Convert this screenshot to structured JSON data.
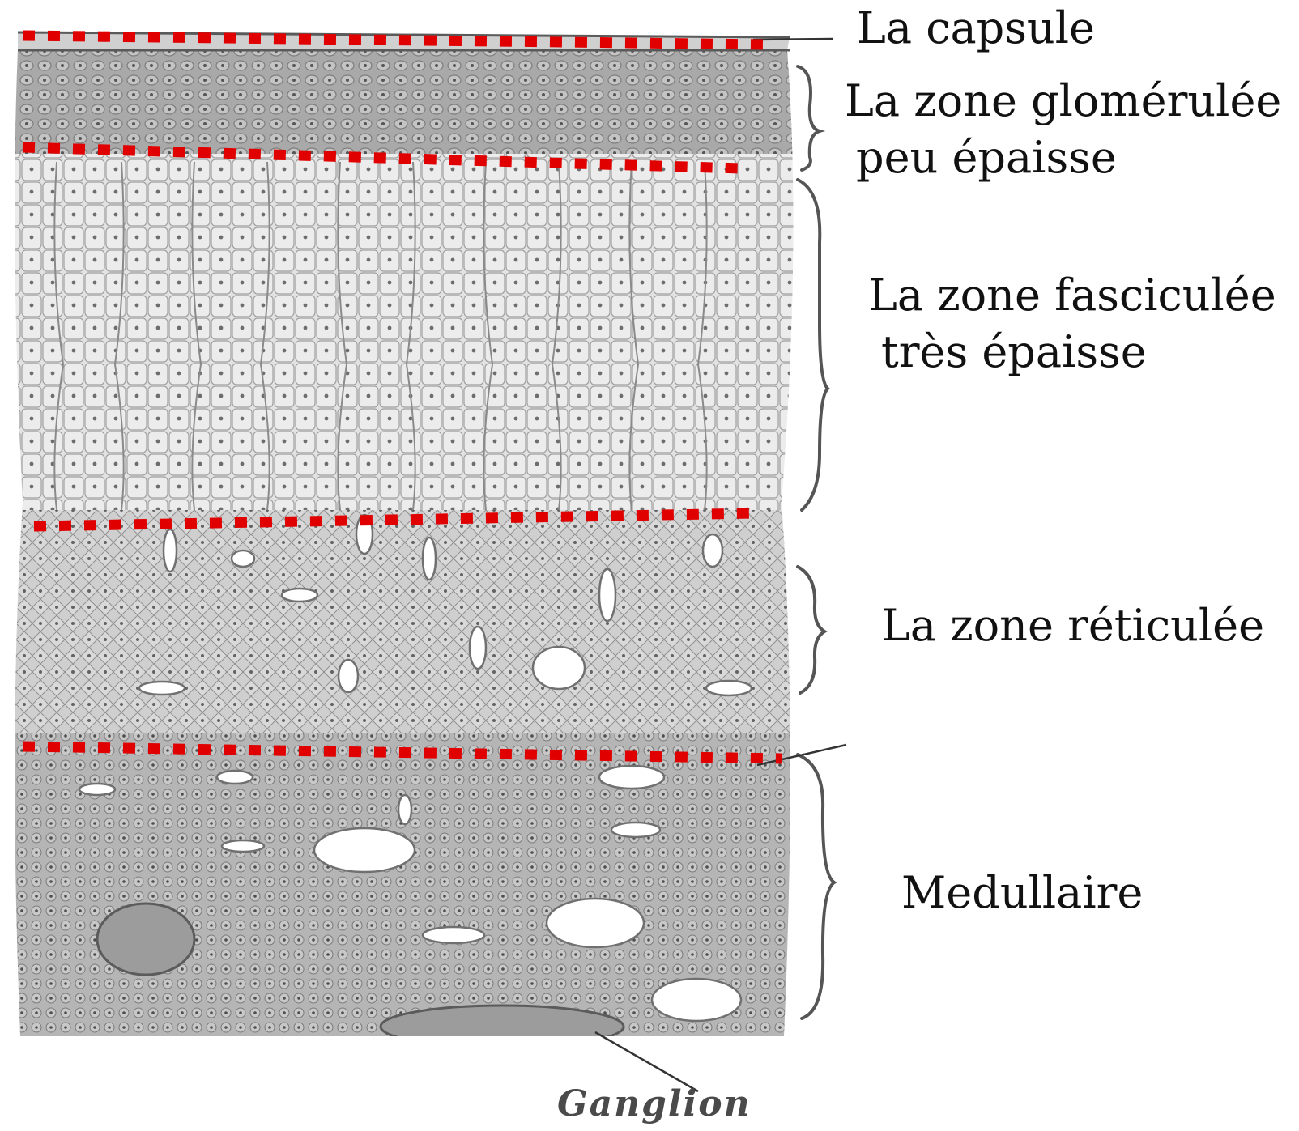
{
  "labels": {
    "capsule": "La capsule",
    "glomerulee_line1": "La zone glomérulée",
    "glomerulee_line2": "peu épaisse",
    "fasciculee_line1": "La zone fasciculée",
    "fasciculee_line2": "très épaisse",
    "reticulee": "La zone réticulée",
    "medullaire": "Medullaire",
    "ganglion": "Ganglion"
  },
  "colors": {
    "boundary_dots": "#e00000",
    "tissue_light": "#e6e6e6",
    "tissue_mid": "#c8c8c8",
    "tissue_dark": "#9a9a9a",
    "ink": "#4a4a4a",
    "text": "#111111"
  },
  "boundaries": [
    "capsule / zone glomérulée",
    "zone glomérulée / zone fasciculée",
    "zone fasciculée / zone réticulée",
    "zone réticulée / medullaire"
  ]
}
